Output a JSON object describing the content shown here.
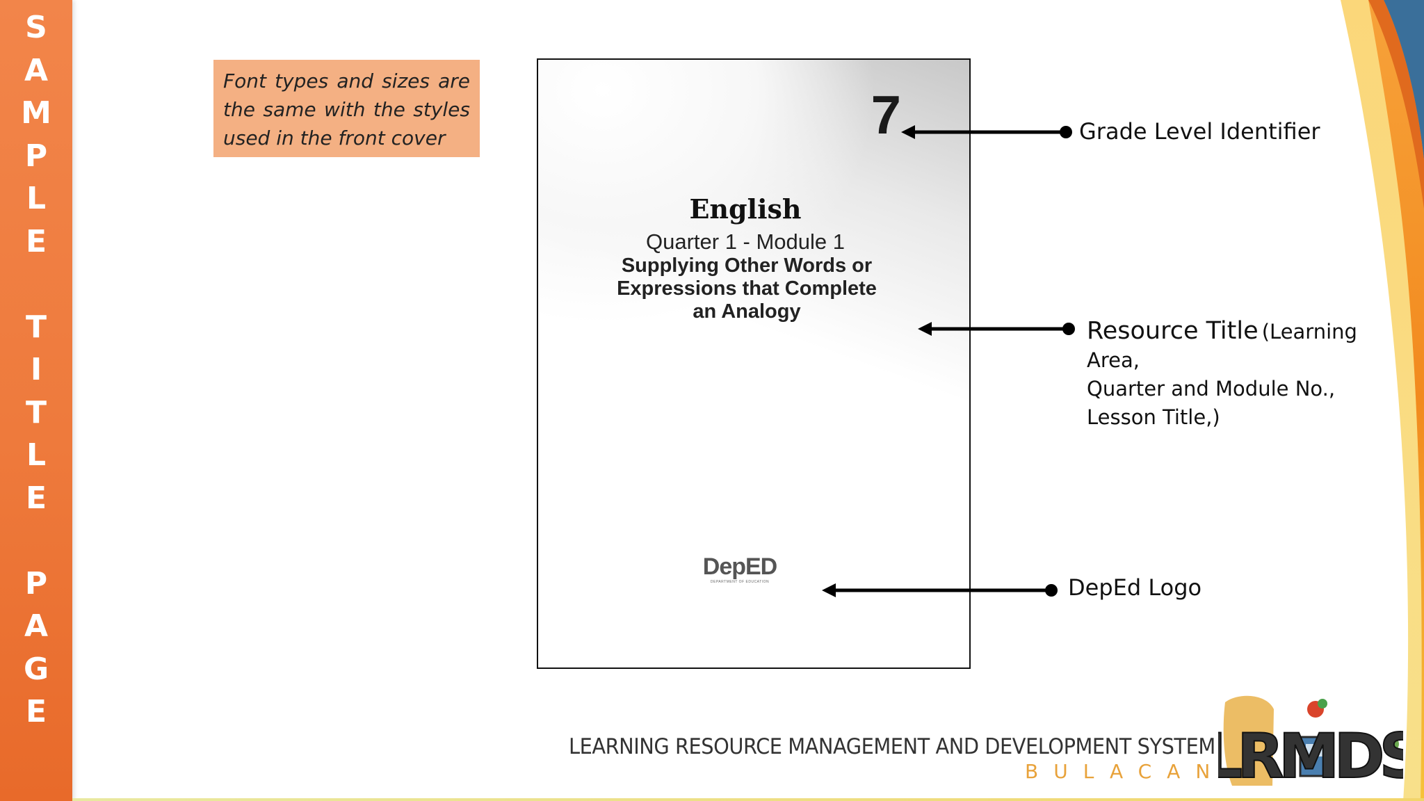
{
  "sidebar": {
    "letters": [
      "S",
      "A",
      "M",
      "P",
      "L",
      "E",
      "T",
      "I",
      "T",
      "L",
      "E",
      "P",
      "A",
      "G",
      "E"
    ]
  },
  "note": {
    "text": "Font types and sizes are the same with the styles used in the front cover"
  },
  "cover": {
    "grade": "7",
    "subject": "English",
    "quarter": "Quarter 1 - Module 1",
    "lesson_lines": [
      "Supplying Other Words or",
      "Expressions that Complete",
      "an Analogy"
    ],
    "logo_word": "DepED",
    "logo_sub": "DEPARTMENT OF EDUCATION"
  },
  "labels": {
    "grade_level": "Grade Level Identifier",
    "resource_title": "Resource Title",
    "resource_title_detail": [
      "(Learning",
      "Area,",
      "Quarter and Module No.,",
      "Lesson Title,)"
    ],
    "deped_logo": "DepEd Logo"
  },
  "footer": {
    "title": "LEARNING RESOURCE MANAGEMENT AND DEVELOPMENT SYSTEM",
    "subtitle": "BULACAN",
    "logo_text": "LRMDS"
  },
  "colors": {
    "sidebar": "#ee7a3c",
    "note_background": "#f4b083",
    "footer_subtitle": "#e8a23a",
    "accent_blue": "#3a6f9a"
  }
}
